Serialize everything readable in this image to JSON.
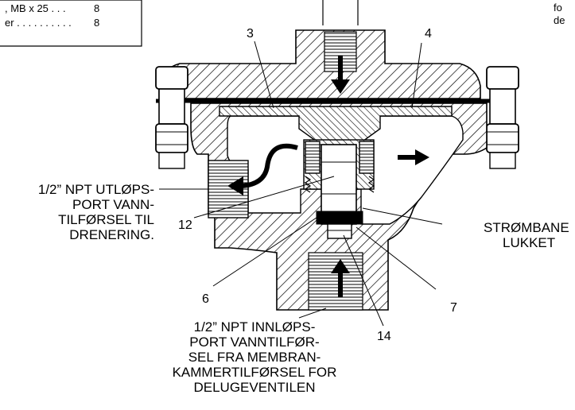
{
  "legend": {
    "rows": [
      {
        "text": ", MB x 25 . . .",
        "num": "8"
      },
      {
        "text": "er . . . . . . . . . .",
        "num": "8"
      }
    ]
  },
  "corner_text": {
    "line1": "fo",
    "line2": "de"
  },
  "callouts": {
    "n3": "3",
    "n4": "4",
    "n12": "12",
    "n6": "6",
    "n7": "7",
    "n14": "14"
  },
  "labels": {
    "outlet": [
      "1/2” NPT UTLØPS-",
      "PORT VANN-",
      "TILFØRSEL TIL",
      "DRENERING."
    ],
    "flow_closed": [
      "STRØMBANE",
      "LUKKET"
    ],
    "inlet": [
      "1/2” NPT INNLØPS-",
      "PORT VANNTILFØR-",
      "SEL FRA MEMBRAN-",
      "KAMMERTILFØRSEL FOR",
      "DELUGEVENTILEN"
    ]
  }
}
